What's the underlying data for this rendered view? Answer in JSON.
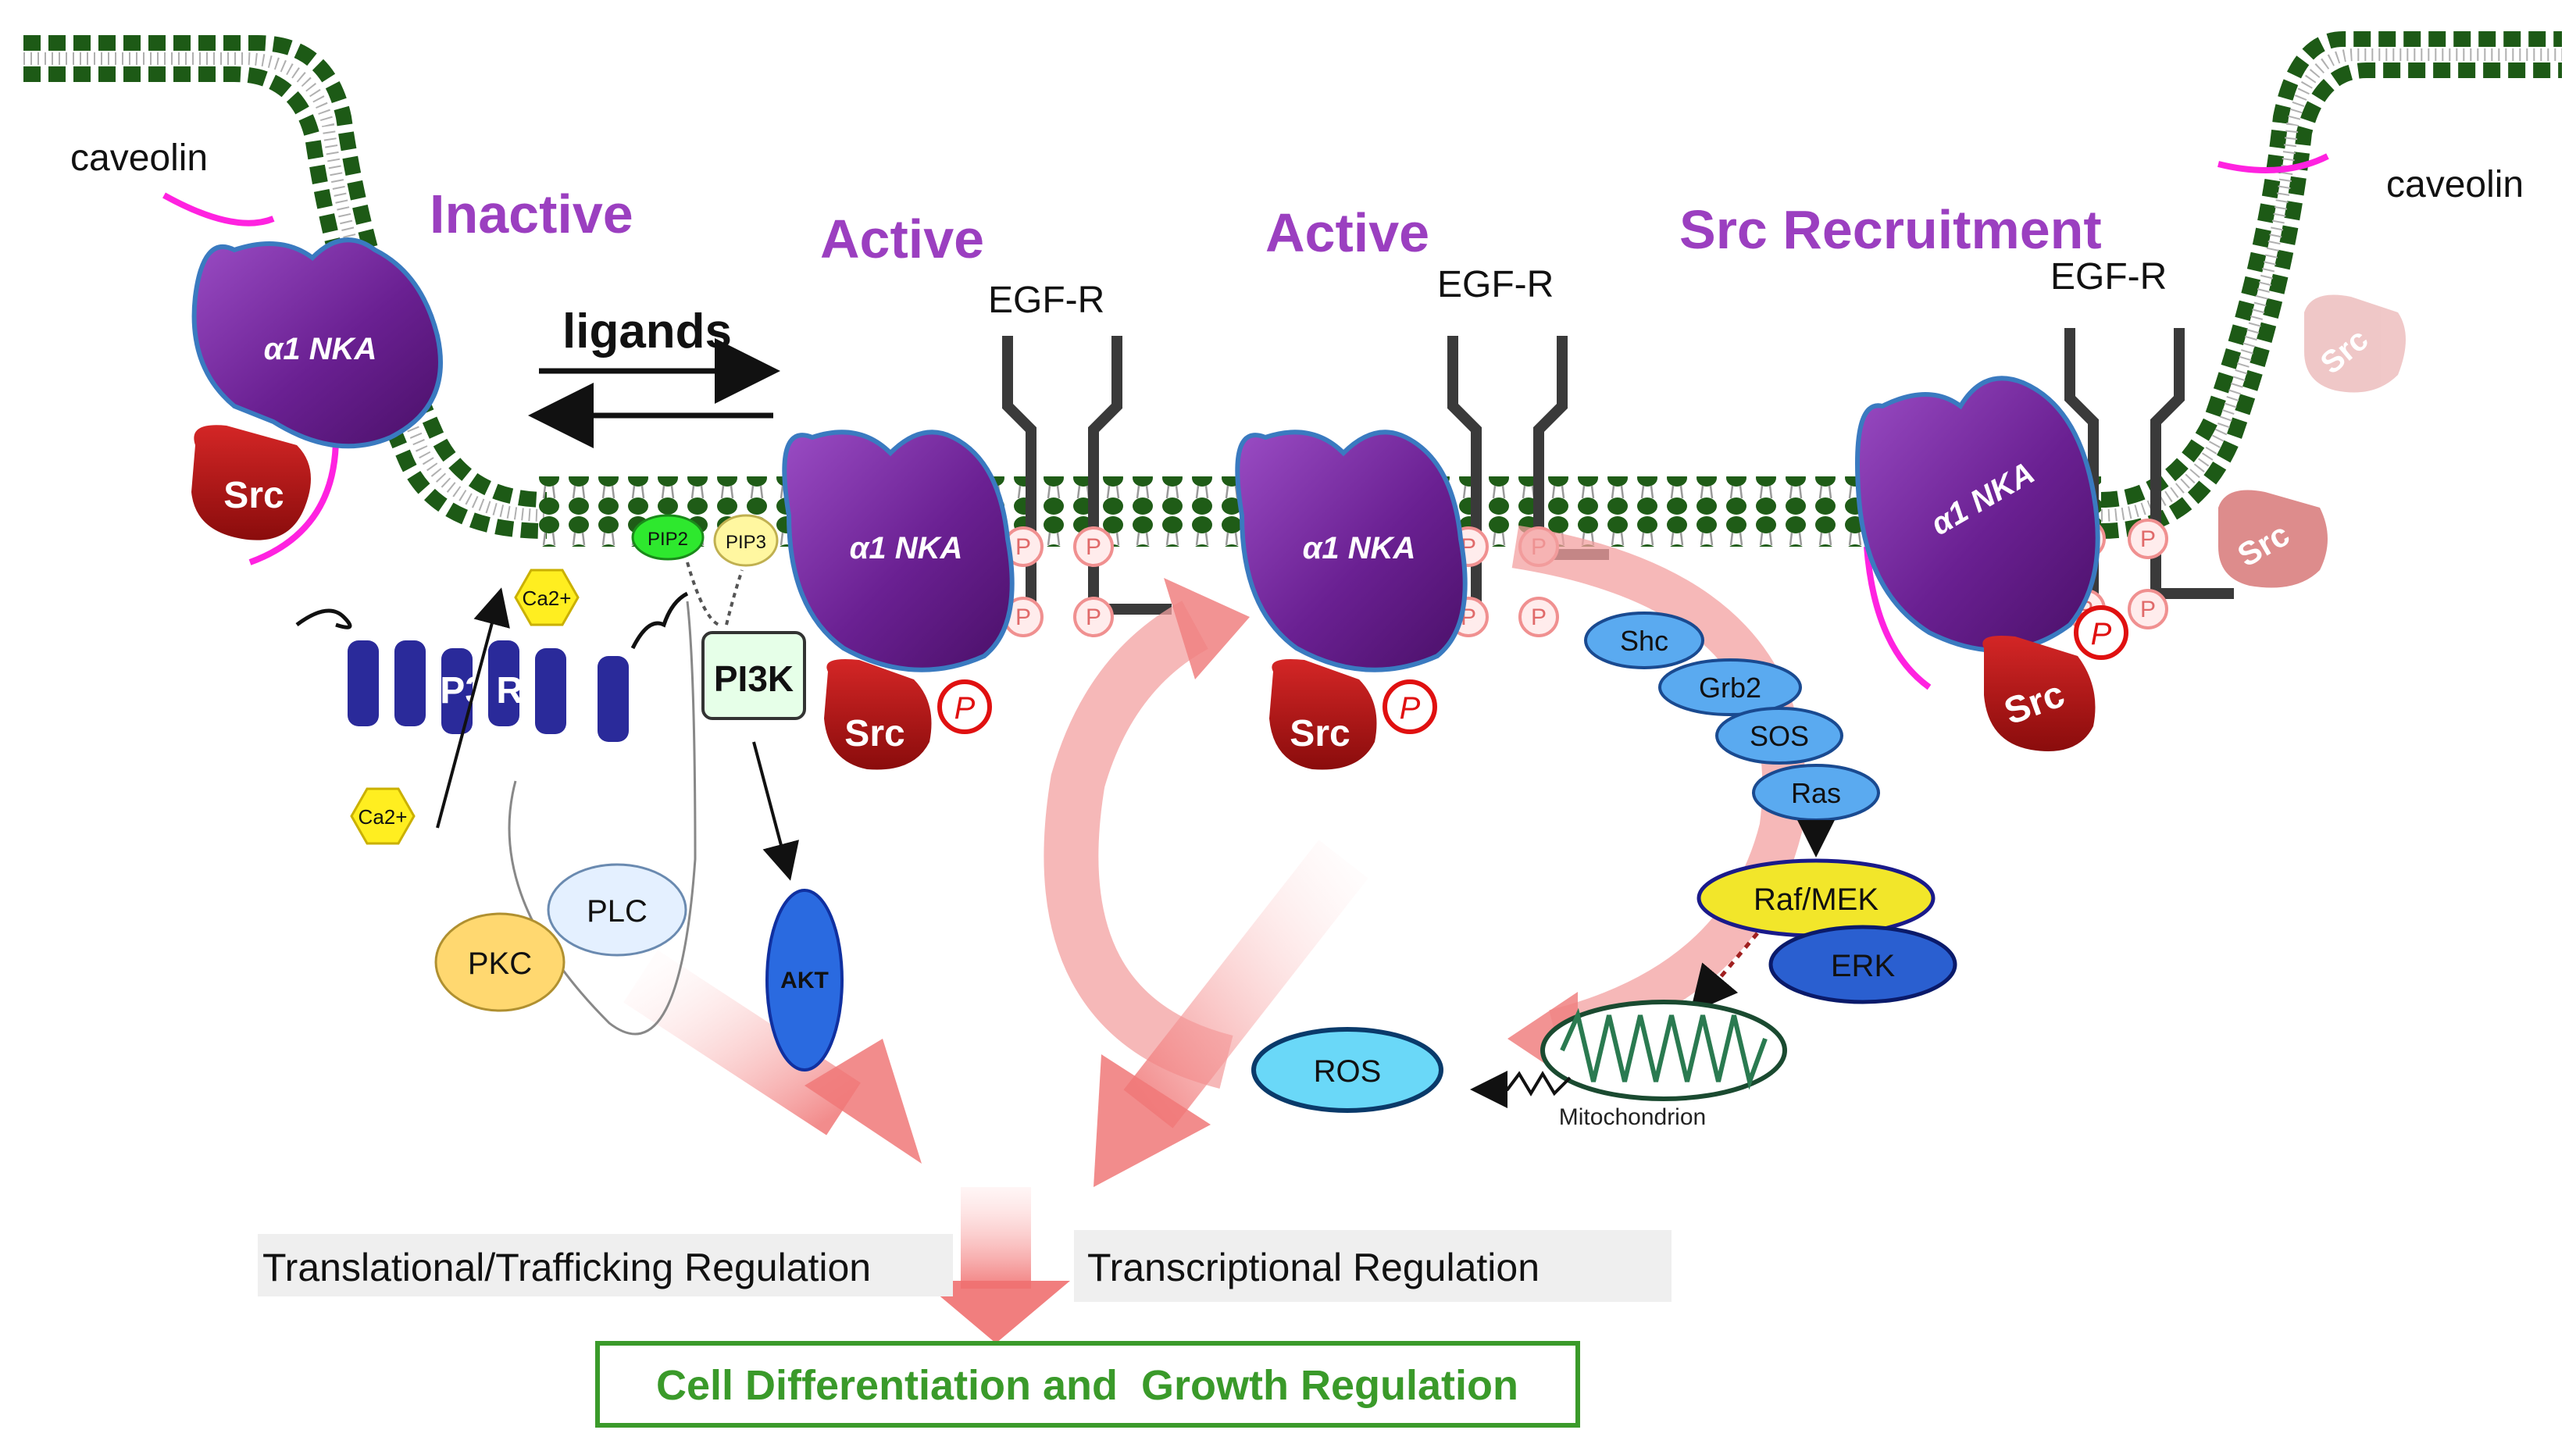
{
  "states": {
    "inactive": "Inactive",
    "active_1": "Active",
    "active_2": "Active",
    "src_recruitment": "Src Recruitment"
  },
  "caveolin_left": "caveolin",
  "caveolin_right": "caveolin",
  "ligands": "ligands",
  "egfr": [
    "EGF-R",
    "EGF-R",
    "EGF-R"
  ],
  "nka_label": "α1 NKA",
  "src_label": "Src",
  "phospho": "P",
  "ca2": "Ca2+",
  "ip3r": "IP3 R",
  "pip2": "PIP2",
  "pip3": "PIP3",
  "pi3k": "PI3K",
  "akt": "AKT",
  "plc": "PLC",
  "pkc": "PKC",
  "cascade": [
    "Shc",
    "Grb2",
    "SOS",
    "Ras",
    "Raf/MEK",
    "ERK"
  ],
  "ros": "ROS",
  "mitochondrion": "Mitochondrion",
  "translational": "Translational/Trafficking Regulation",
  "transcriptional": "Transcriptional Regulation",
  "outcome": "Cell Differentiation and  Growth Regulation",
  "colors": {
    "purple": "#7a2ea0",
    "title_purple": "#9b3fc0",
    "src_red": "#b01818",
    "membrane_green": "#1d5a16",
    "egfr_gray": "#3a3a3a",
    "magenta": "#ff22e0",
    "cascade_blue": "#5aaaf0",
    "raf_yellow": "#f2e62a",
    "erk_blue": "#2a5fd0",
    "outcome_green": "#3a9a2a",
    "arrow_pink": "#f08a8a"
  }
}
